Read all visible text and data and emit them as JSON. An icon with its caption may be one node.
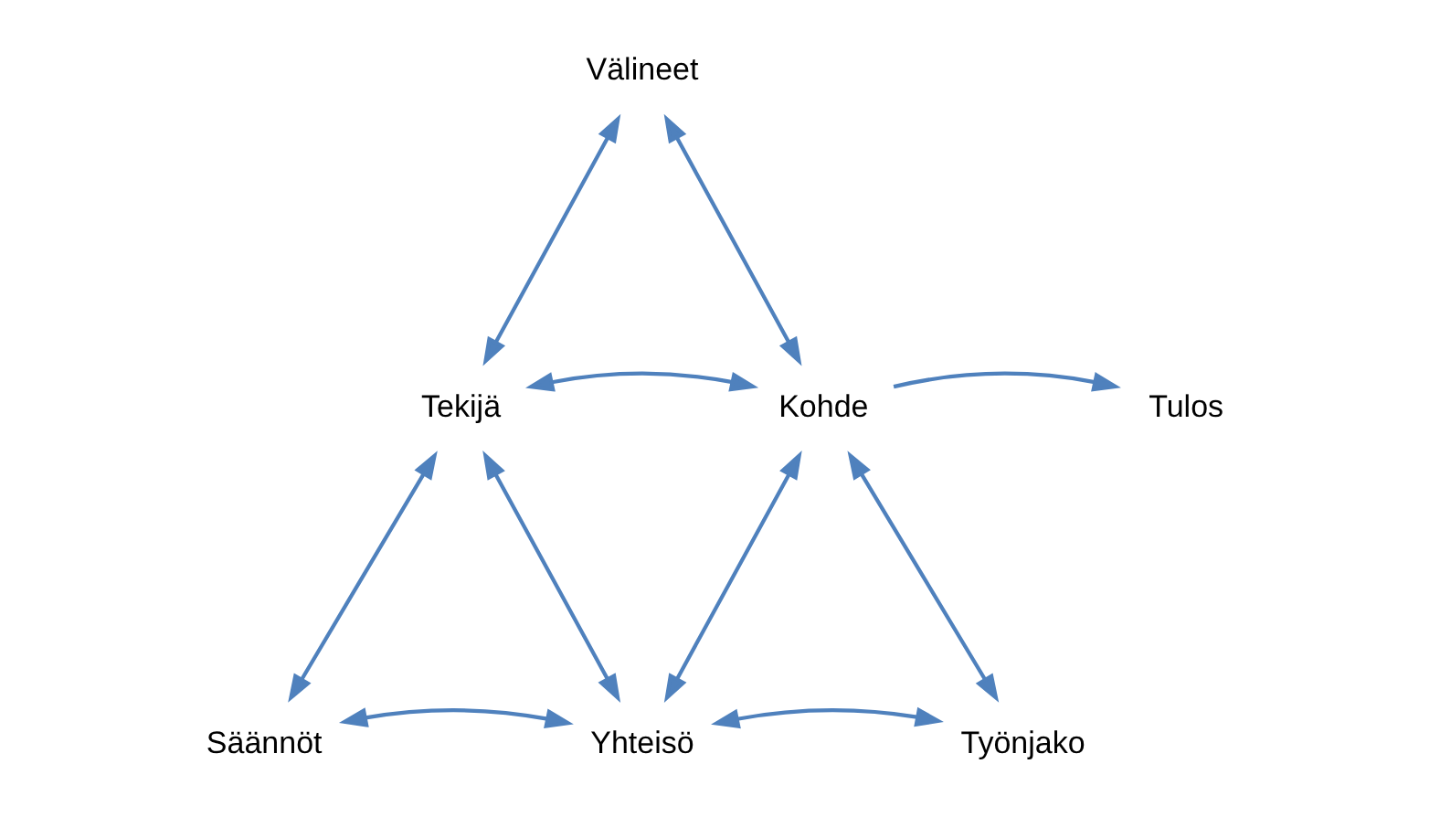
{
  "diagram": {
    "nodes": [
      {
        "text": [
          "Välineet"
        ]
      },
      {
        "text": [
          "Tekijä"
        ]
      },
      {
        "text": [
          "Kohde"
        ]
      },
      {
        "text": [
          "Tulos"
        ]
      },
      {
        "text": [
          "Säännöt"
        ]
      },
      {
        "text": [
          "Yhteisö"
        ]
      },
      {
        "text": [
          "Työnjako"
        ]
      }
    ],
    "edges": [
      {
        "from": 0,
        "to": 1,
        "arrow": "both"
      },
      {
        "from": 0,
        "to": 2,
        "arrow": "both"
      },
      {
        "from": 1,
        "to": 2,
        "arrow": "both"
      },
      {
        "from": 2,
        "to": 3,
        "arrow": "to"
      },
      {
        "from": 1,
        "to": 4,
        "arrow": "both"
      },
      {
        "from": 1,
        "to": 5,
        "arrow": "both"
      },
      {
        "from": 2,
        "to": 5,
        "arrow": "both"
      },
      {
        "from": 2,
        "to": 6,
        "arrow": "both"
      },
      {
        "from": 4,
        "to": 5,
        "arrow": "both"
      },
      {
        "from": 5,
        "to": 6,
        "arrow": "both"
      }
    ]
  }
}
